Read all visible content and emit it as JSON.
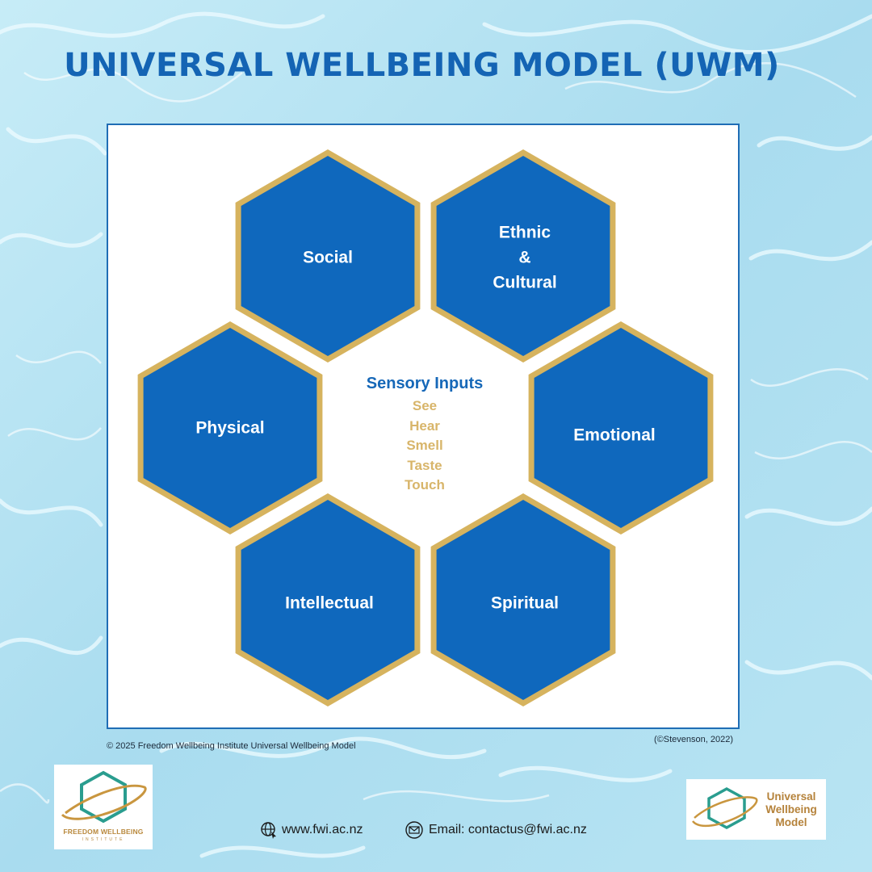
{
  "title": "UNIVERSAL WELLBEING MODEL (UWM)",
  "colors": {
    "hex_fill": "#0f68bd",
    "hex_border": "#d6b35e",
    "title": "#1464b4",
    "senses": "#d8b56a"
  },
  "diagram": {
    "segments": [
      {
        "id": "social",
        "label_lines": [
          "Social"
        ]
      },
      {
        "id": "ethnic",
        "label_lines": [
          "Ethnic",
          "&",
          "Cultural"
        ]
      },
      {
        "id": "physical",
        "label_lines": [
          "Physical"
        ]
      },
      {
        "id": "emotional",
        "label_lines": [
          "Emotional"
        ]
      },
      {
        "id": "intellectual",
        "label_lines": [
          "Intellectual"
        ]
      },
      {
        "id": "spiritual",
        "label_lines": [
          "Spiritual"
        ]
      }
    ],
    "center": {
      "title": "Sensory Inputs",
      "senses": [
        "See",
        "Hear",
        "Smell",
        "Taste",
        "Touch"
      ]
    }
  },
  "footer": {
    "copyright": "© 2025 Freedom Wellbeing Institute Universal Wellbeing Model",
    "citation": "(©Stevenson, 2022)",
    "website": "www.fwi.ac.nz",
    "email": "Email: contactus@fwi.ac.nz"
  },
  "logos": {
    "left": {
      "name": "FREEDOM WELLBEING",
      "sub": "INSTITUTE"
    },
    "right": {
      "lines": [
        "Universal",
        "Wellbeing",
        "Model"
      ]
    }
  }
}
